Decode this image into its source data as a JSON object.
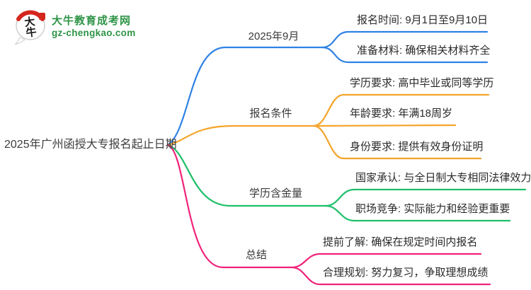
{
  "brand": {
    "badge_chars_top": "大",
    "badge_chars_bottom": "牛",
    "site_name": "大牛教育成考网",
    "site_domain": "gz-chengkao.com",
    "name_color": "#2e9447",
    "badge_red": "#d4261d"
  },
  "mindmap": {
    "root": {
      "label": "2025年广州函授大专报名起止日期"
    },
    "branches": [
      {
        "label": "2025年9月",
        "color": "#2f82e4",
        "children": [
          {
            "label": "报名时间: 9月1日至9月10日"
          },
          {
            "label": "准备材料: 确保相关材料齐全"
          }
        ]
      },
      {
        "label": "报名条件",
        "color": "#f5a42a",
        "children": [
          {
            "label": "学历要求: 高中毕业或同等学历"
          },
          {
            "label": "年龄要求: 年满18周岁"
          },
          {
            "label": "身份要求: 提供有效身份证明"
          }
        ]
      },
      {
        "label": "学历含金量",
        "color": "#1ec06a",
        "children": [
          {
            "label": "国家承认: 与全日制大专相同法律效力"
          },
          {
            "label": "职场竞争: 实际能力和经验更重要"
          }
        ]
      },
      {
        "label": "总结",
        "color": "#f0237a",
        "children": [
          {
            "label": "提前了解: 确保在规定时间内报名"
          },
          {
            "label": "合理规划: 努力复习，争取理想成绩"
          }
        ]
      }
    ]
  }
}
